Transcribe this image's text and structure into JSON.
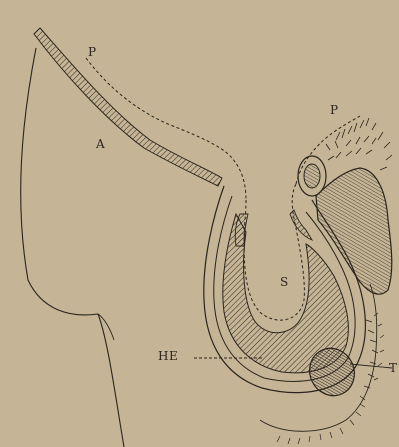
{
  "figure": {
    "background": "#c5b596",
    "ink": "#2a241c",
    "labels": {
      "p_upper_left": "P",
      "p_upper_right": "P",
      "a": "A",
      "s": "S",
      "he": "HE",
      "t": "T"
    }
  }
}
